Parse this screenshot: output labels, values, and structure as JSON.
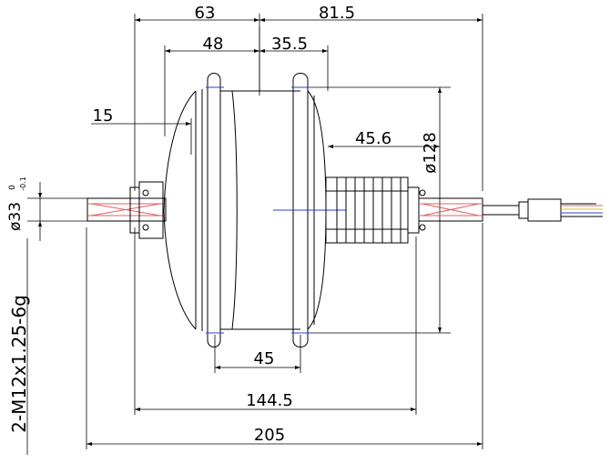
{
  "dimensions": {
    "d63": "63",
    "d81_5": "81.5",
    "d48": "48",
    "d35_5": "35.5",
    "d15": "15",
    "d45_6": "45.6",
    "d128": "ø128",
    "d33": "ø33",
    "d33_tol_upper": "0",
    "d33_tol_lower": "-0.1",
    "d45": "45",
    "d144_5": "144.5",
    "d205": "205",
    "thread": "2-M12x1.25-6g"
  },
  "colors": {
    "line": "#000000",
    "wire": "#e06060",
    "centerline": "#2a3fd0",
    "wire_yellow": "#d8c020"
  }
}
